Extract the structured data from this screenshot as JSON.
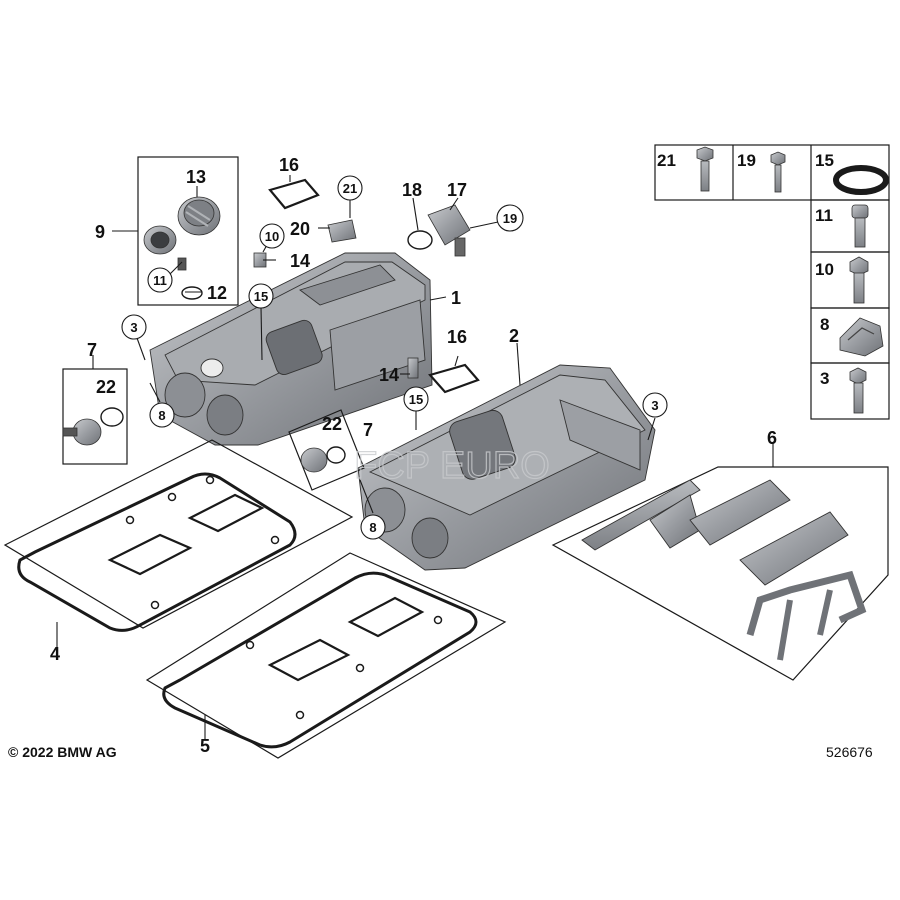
{
  "callouts": {
    "n1": "1",
    "n2": "2",
    "n3a": "3",
    "n3b": "3",
    "n4": "4",
    "n5": "5",
    "n6": "6",
    "n7a": "7",
    "n7b": "7",
    "n8a": "8",
    "n8b": "8",
    "n9": "9",
    "n10": "10",
    "n11": "11",
    "n12": "12",
    "n13": "13",
    "n14a": "14",
    "n14b": "14",
    "n15a": "15",
    "n15b": "15",
    "n16a": "16",
    "n16b": "16",
    "n17": "17",
    "n18": "18",
    "n19": "19",
    "n20": "20",
    "n21": "21",
    "n22a": "22",
    "n22b": "22"
  },
  "legend": {
    "r21": "21",
    "r19": "19",
    "r15": "15",
    "r11": "11",
    "r10": "10",
    "r8": "8",
    "r3": "3"
  },
  "footer": {
    "copyright": "© 2022 BMW AG",
    "diagram_id": "526676"
  },
  "watermark": "FCP EURO",
  "colors": {
    "line": "#1a1a1a",
    "part_fill": "#9a9da2",
    "part_dark": "#6b6e73",
    "part_light": "#c8cacd"
  }
}
